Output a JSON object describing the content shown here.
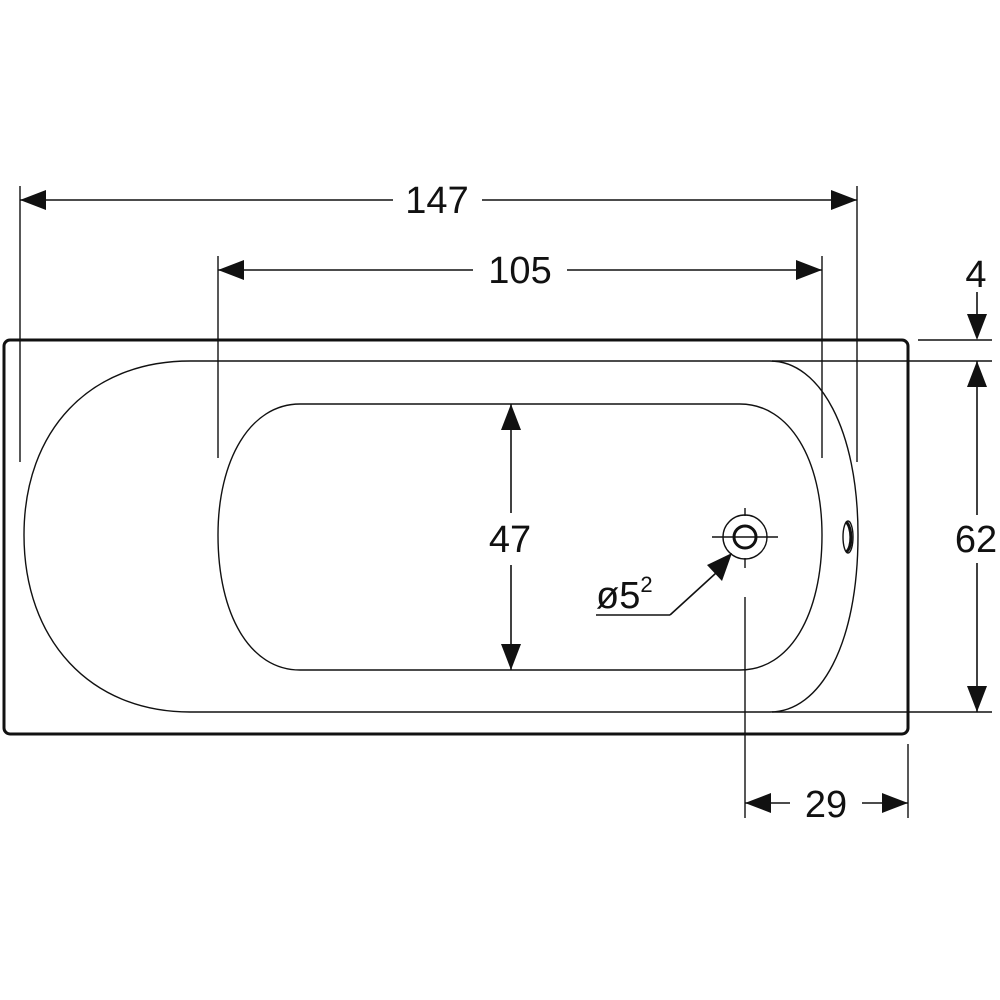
{
  "dimensions": {
    "overall_length": "147",
    "inner_length": "105",
    "rim_offset": "4",
    "overall_width": "62",
    "inner_width": "47",
    "drain_offset": "29",
    "drain_diameter_prefix": "ø5",
    "drain_diameter_sup": "2"
  },
  "colors": {
    "line": "#111111",
    "background": "#ffffff"
  }
}
